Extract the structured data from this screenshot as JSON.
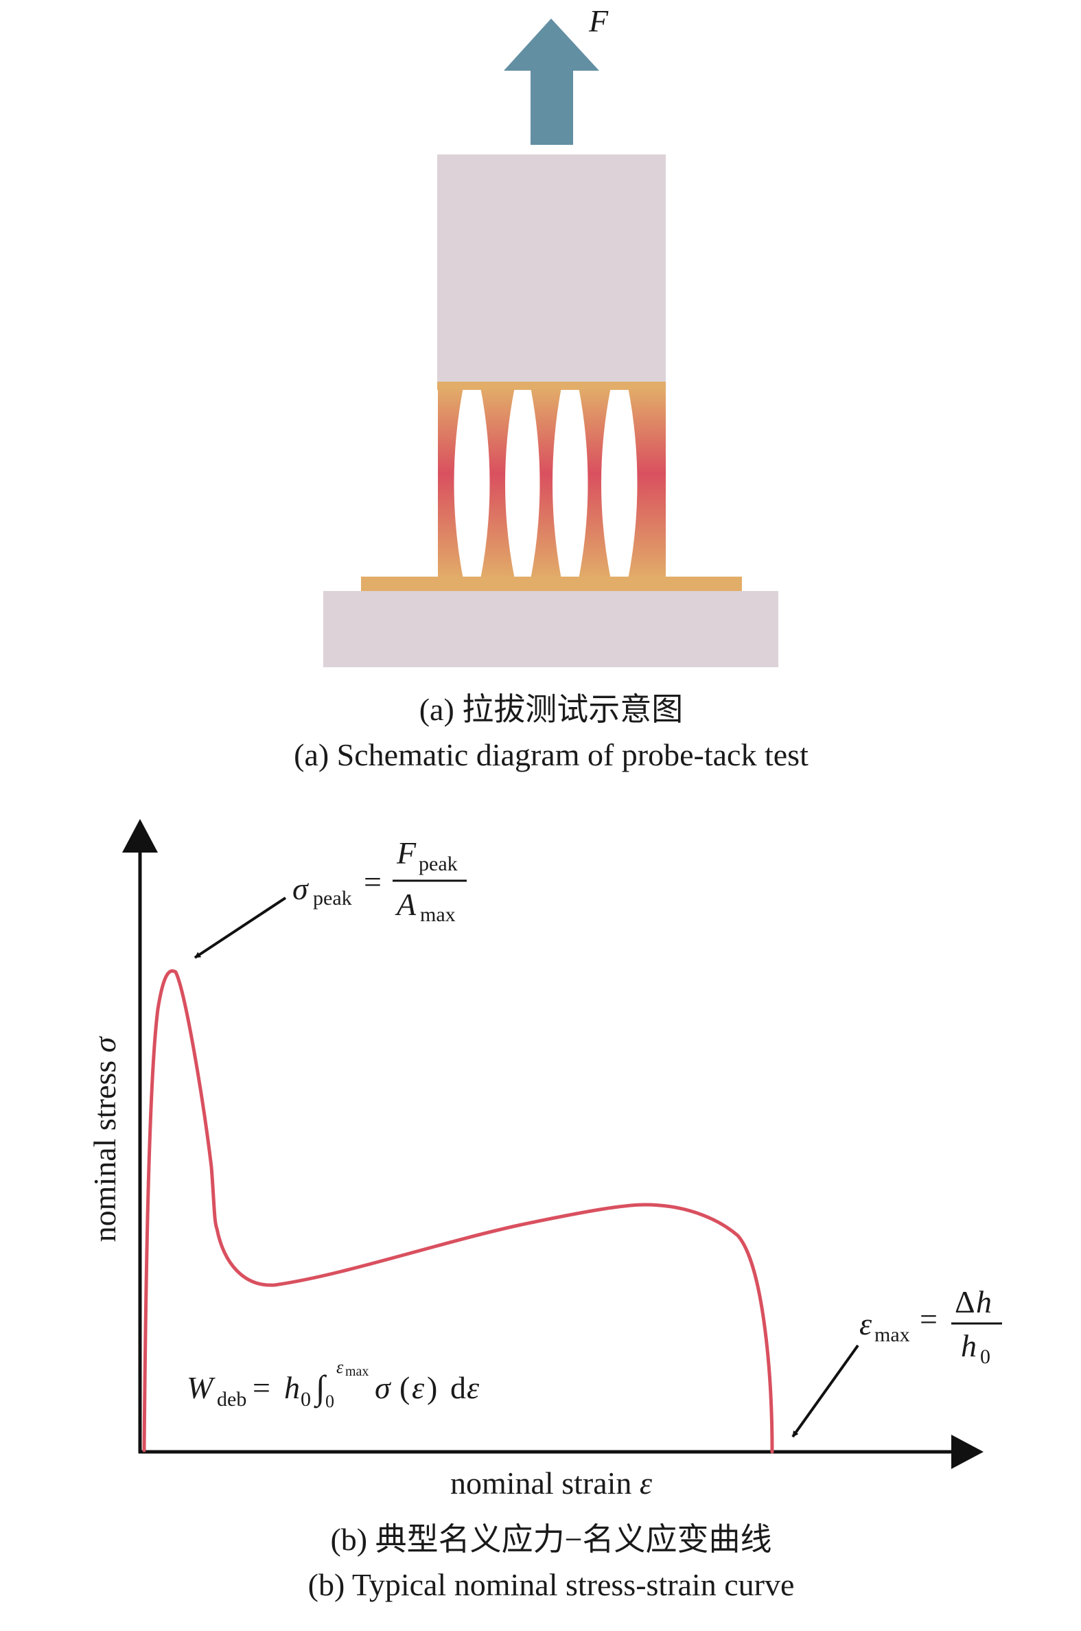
{
  "panel_a": {
    "force_label": "F",
    "caption_cn": "(a) 拉拔测试示意图",
    "caption_en": "(a) Schematic diagram of probe-tack test",
    "colors": {
      "arrow": "#638fa3",
      "probe": "#dcd2d8",
      "substrate": "#dcd2d8",
      "adhesive": "#e2ad69",
      "fibril_center": "#d9505f"
    }
  },
  "panel_b": {
    "ylabel_text": "nominal stress ",
    "ylabel_symbol": "σ",
    "xlabel_text": "nominal strain ",
    "xlabel_symbol": "ε",
    "sigma_peak": {
      "lhs_symbol": "σ",
      "lhs_sub": "peak",
      "equals": "=",
      "num_symbol": "F",
      "num_sub": "peak",
      "den_symbol": "A",
      "den_sub": "max"
    },
    "eps_max": {
      "lhs_symbol": "ε",
      "lhs_sub": "max",
      "equals": "=",
      "num_delta": "Δ",
      "num_symbol": "h",
      "den_symbol": "h",
      "den_sub": "0"
    },
    "w_deb": {
      "W": "W",
      "W_sub": "deb",
      "equals": "=",
      "h": "h",
      "h_sub": "0",
      "integral": "∫",
      "lower": "0",
      "upper_symbol": "ε",
      "upper_sub": "max",
      "sigma": "σ",
      "open": "(",
      "eps": "ε",
      "close": ")",
      "d": "d",
      "deps": "ε"
    },
    "curve_color": "#d9505f",
    "caption_cn": "(b) 典型名义应力−名义应变曲线",
    "caption_en": "(b) Typical nominal stress-strain curve"
  }
}
